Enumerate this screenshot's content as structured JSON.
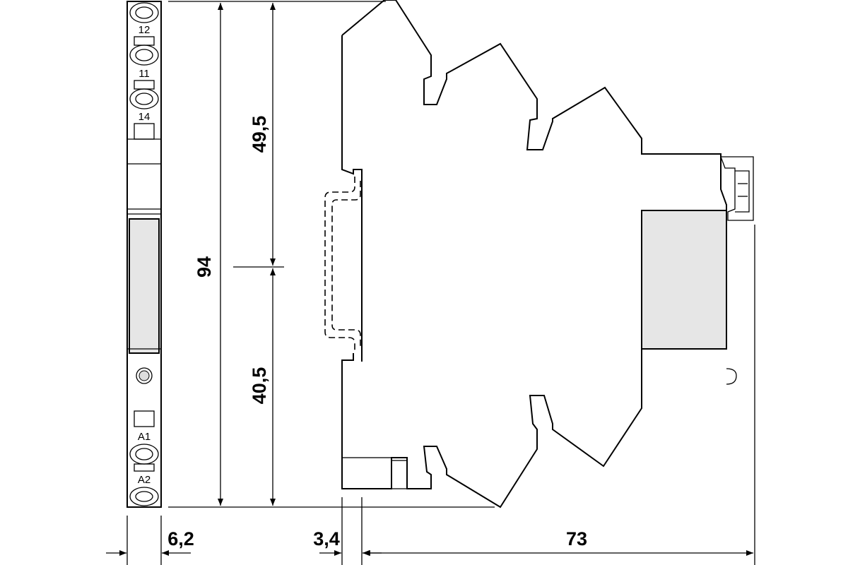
{
  "terminals": {
    "t12": "12",
    "t11": "11",
    "t14": "14",
    "a1": "A1",
    "a2": "A2"
  },
  "dimensions": {
    "height_total": "94",
    "height_upper": "49,5",
    "height_lower": "40,5",
    "width": "6,2",
    "rail_offset": "3,4",
    "depth": "73"
  }
}
